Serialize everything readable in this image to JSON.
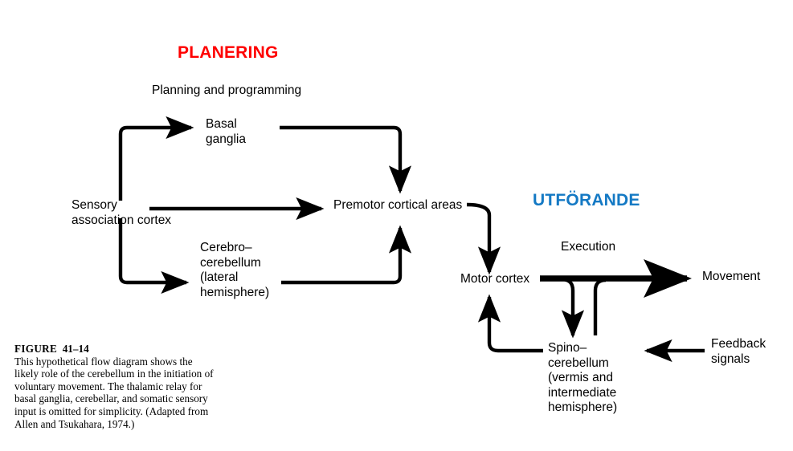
{
  "figure": {
    "headings": [
      {
        "id": "planering",
        "text": "PLANERING",
        "color": "#FF0000"
      },
      {
        "id": "utforande",
        "text": "UTFÖRANDE",
        "color": "#1479C4"
      }
    ],
    "phase_labels": {
      "planning": "Planning and programming",
      "execution": "Execution"
    },
    "nodes": {
      "basal_ganglia": "Basal\nganglia",
      "sensory_association_cortex": "Sensory\nassociation cortex",
      "cerebro_cerebellum": "Cerebro–\ncerebellum\n(lateral\nhemisphere)",
      "premotor_cortical_areas": "Premotor cortical areas",
      "motor_cortex": "Motor cortex",
      "movement": "Movement",
      "spino_cerebellum": "Spino–\ncerebellum\n(vermis and\nintermediate\nhemisphere)",
      "feedback_signals": "Feedback\nsignals"
    },
    "caption": {
      "label": "FIGURE",
      "number": "41–14",
      "body": "This hypothetical flow diagram shows the likely role of the cerebellum in the initiation of voluntary movement. The thalamic relay for basal ganglia, cerebellar, and somatic sensory input is omitted for simplicity. (Adapted from Allen and Tsukahara, 1974.)"
    },
    "colors": {
      "stroke": "#000000",
      "background": "#ffffff",
      "planering": "#FF0000",
      "utforande": "#1479C4"
    }
  },
  "chart_data": {
    "type": "diagram",
    "title": "FIGURE 41–14 — hypothetical flow diagram of cerebellar role in voluntary movement",
    "groups": [
      {
        "name": "PLANERING",
        "label": "Planning and programming",
        "color": "#FF0000"
      },
      {
        "name": "UTFÖRANDE",
        "label": "Execution",
        "color": "#1479C4"
      }
    ],
    "nodes": [
      "Sensory association cortex",
      "Basal ganglia",
      "Cerebro–cerebellum (lateral hemisphere)",
      "Premotor cortical areas",
      "Motor cortex",
      "Spino–cerebellum (vermis and intermediate hemisphere)",
      "Movement",
      "Feedback signals"
    ],
    "edges": [
      {
        "from": "Sensory association cortex",
        "to": "Basal ganglia"
      },
      {
        "from": "Sensory association cortex",
        "to": "Cerebro–cerebellum (lateral hemisphere)"
      },
      {
        "from": "Sensory association cortex",
        "to": "Premotor cortical areas"
      },
      {
        "from": "Basal ganglia",
        "to": "Premotor cortical areas"
      },
      {
        "from": "Cerebro–cerebellum (lateral hemisphere)",
        "to": "Premotor cortical areas"
      },
      {
        "from": "Premotor cortical areas",
        "to": "Motor cortex"
      },
      {
        "from": "Motor cortex",
        "to": "Movement"
      },
      {
        "from": "Motor cortex",
        "to": "Spino–cerebellum (vermis and intermediate hemisphere)"
      },
      {
        "from": "Spino–cerebellum (vermis and intermediate hemisphere)",
        "to": "Motor cortex"
      },
      {
        "from": "Feedback signals",
        "to": "Spino–cerebellum (vermis and intermediate hemisphere)"
      }
    ]
  }
}
